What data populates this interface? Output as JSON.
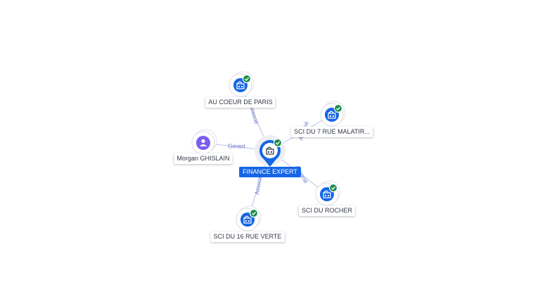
{
  "center": {
    "name": "FINANCE EXPERT",
    "icon": "building-icon",
    "verified": true
  },
  "nodes": [
    {
      "id": "au-coeur",
      "name": "AU COEUR DE PARIS",
      "type": "company",
      "icon": "building-icon",
      "verified": true,
      "relation": "Associé"
    },
    {
      "id": "sci7",
      "name": "SCI DU 7 RUE MALATIR...",
      "type": "company",
      "icon": "building-icon",
      "verified": true,
      "relation": "Associé"
    },
    {
      "id": "morgan",
      "name": "Morgan GHISLAIN",
      "type": "person",
      "icon": "person-icon",
      "verified": false,
      "relation": "Gérant"
    },
    {
      "id": "rocher",
      "name": "SCI DU ROCHER",
      "type": "company",
      "icon": "building-icon",
      "verified": true,
      "relation": "Associé"
    },
    {
      "id": "sci16",
      "name": "SCI DU 16 RUE VERTE",
      "type": "company",
      "icon": "building-icon",
      "verified": true,
      "relation": "Associé"
    }
  ],
  "colors": {
    "accent": "#1565e6",
    "person": "#7a5cf0",
    "check": "#1a8c4a",
    "edge": "#b9bfe6",
    "edge_label": "#6b74c9"
  }
}
